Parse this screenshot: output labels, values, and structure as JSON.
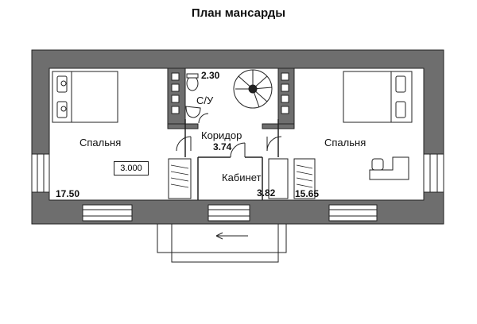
{
  "title": "План мансарды",
  "rooms": {
    "bedroom_left": {
      "name": "Спальня",
      "area": "17.50"
    },
    "bedroom_right": {
      "name": "Спальня",
      "area": "15.65"
    },
    "corridor": {
      "name": "Коридор",
      "area": "3.74"
    },
    "office": {
      "name": "Кабинет",
      "area": "3.82"
    },
    "bathroom": {
      "name": "С/У",
      "area": "2.30"
    }
  },
  "level_mark": "3.000",
  "colors": {
    "wall": "#6e6e6e",
    "line": "#222222",
    "background": "#ffffff"
  }
}
